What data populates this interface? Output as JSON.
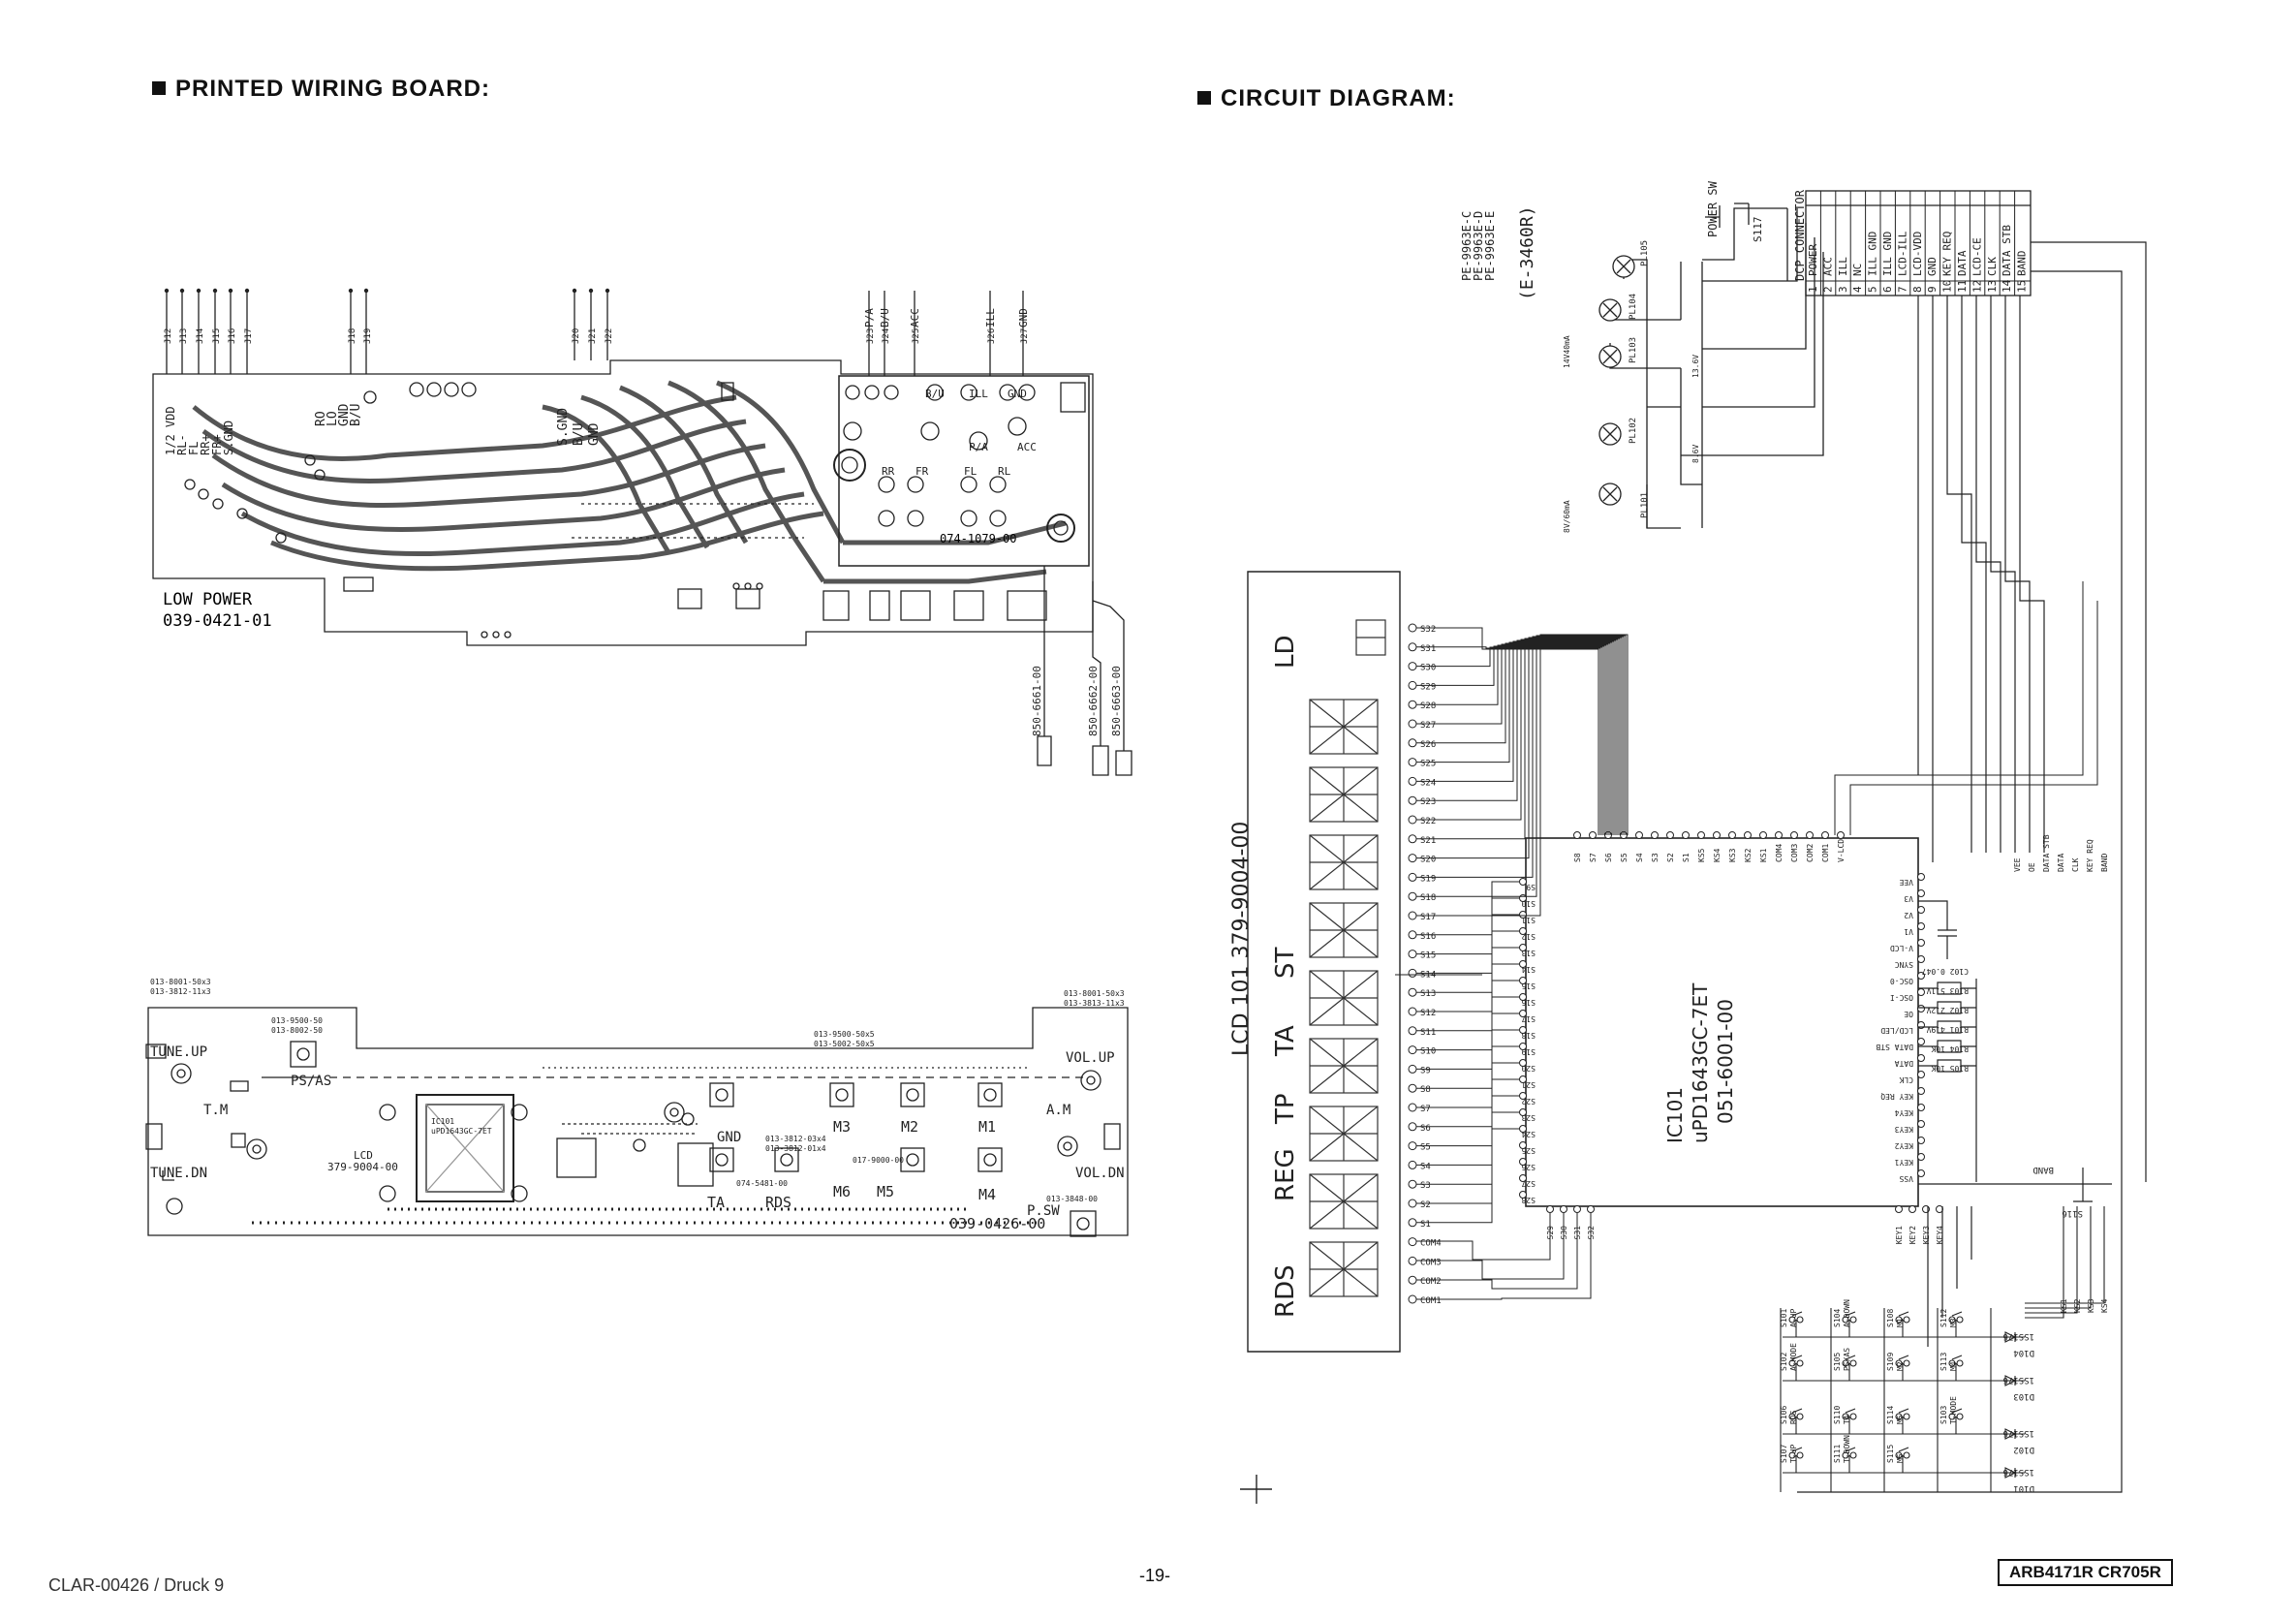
{
  "headings": {
    "pwb": "PRINTED WIRING BOARD:",
    "circuit": "CIRCUIT DIAGRAM:"
  },
  "pwb_top": {
    "board_label": "LOW POWER",
    "board_number": "039-0421-01",
    "sub_board": "074-1079-00",
    "jumpers": [
      "J12",
      "J13",
      "J14",
      "J15",
      "J16",
      "J17",
      "J18",
      "J19",
      "J20",
      "J21",
      "J22",
      "J23",
      "J24",
      "J25",
      "J26",
      "J27"
    ],
    "top_wire_labels": [
      "P/A",
      "B/U",
      "ACC",
      "ILL",
      "GND"
    ],
    "pads_left": [
      "1/2 VDD",
      "RL-",
      "FL",
      "RR+",
      "FR+",
      "S.GND"
    ],
    "pads_mid": [
      "RO",
      "LO",
      "GND",
      "B/U"
    ],
    "pads_mid2": [
      "S.GND",
      "B/U",
      "GND"
    ],
    "connector_labels": [
      "B/U",
      "ILL",
      "GND",
      "P/A",
      "ACC",
      "RR",
      "FR",
      "FL",
      "RL"
    ],
    "cables": [
      "850-6661-00",
      "850-6662-00",
      "850-6663-00"
    ]
  },
  "pwb_bottom": {
    "part_top_left": [
      "013-8001-50x3",
      "013-3812-11x3"
    ],
    "part_mid": [
      "013-9500-50",
      "013-8002-50"
    ],
    "part_right_mid": [
      "013-9500-50x5",
      "013-5002-50x5"
    ],
    "part_top_right": [
      "013-8001-50x3",
      "013-3813-11x3"
    ],
    "part_mid2": [
      "013-3812-03x4",
      "013-3812-01x4"
    ],
    "part_misc": [
      "017-9000-00",
      "013-3848-00"
    ],
    "labels": [
      "TUNE.UP",
      "PS/AS",
      "T.M",
      "TUNE.DN",
      "GND",
      "M3",
      "M2",
      "M1",
      "VOL.UP",
      "A.M",
      "M6",
      "M5",
      "M4",
      "VOL.DN",
      "TA",
      "RDS",
      "P.SW"
    ],
    "lcd": [
      "LCD",
      "379-9004-00"
    ],
    "ic": [
      "IC101",
      "uPD1643GC-7ET"
    ],
    "board_number": "039-0426-00",
    "switch_numbers": [
      "S101",
      "S102",
      "S103",
      "S104",
      "S105",
      "S106",
      "S107",
      "S108",
      "S109",
      "S110",
      "S111",
      "S112",
      "S113",
      "S114",
      "S115",
      "S116",
      "S117"
    ],
    "sub_number": "074-5481-00"
  },
  "circuit": {
    "model_codes": [
      "PE-9963E-C",
      "PE-9963E-D",
      "PE-9963E-E"
    ],
    "model_sub": "(E-3460R)",
    "power_sw": "POWER SW",
    "s117": "S117",
    "dcp_title": "DCP CONNECTOR",
    "dcp_pins": [
      {
        "n": "1",
        "name": "POWER"
      },
      {
        "n": "2",
        "name": "ACC"
      },
      {
        "n": "3",
        "name": "ILL"
      },
      {
        "n": "4",
        "name": "NC"
      },
      {
        "n": "5",
        "name": "ILL GND"
      },
      {
        "n": "6",
        "name": "ILL GND"
      },
      {
        "n": "7",
        "name": "LCD-ILL"
      },
      {
        "n": "8",
        "name": "LCD-VDD"
      },
      {
        "n": "9",
        "name": "GND"
      },
      {
        "n": "10",
        "name": "KEY REQ"
      },
      {
        "n": "11",
        "name": "DATA"
      },
      {
        "n": "12",
        "name": "LCD-CE"
      },
      {
        "n": "13",
        "name": "CLK"
      },
      {
        "n": "14",
        "name": "DATA STB"
      },
      {
        "n": "15",
        "name": "BAND"
      }
    ],
    "lamps": [
      "PL101",
      "PL102",
      "PL103",
      "PL104",
      "PL105"
    ],
    "lamp_ratings": [
      "14V40mA",
      "8V/60mA"
    ],
    "voltages": [
      "13.6V",
      "8.6V"
    ],
    "lcd_label": "LCD 101  379-9004-00",
    "lcd_indicators": [
      "RDS",
      "REG",
      "TP",
      "TA",
      "ST",
      "LD"
    ],
    "lcd_pins": [
      "S32",
      "S31",
      "S30",
      "S29",
      "S28",
      "S27",
      "S26",
      "S25",
      "S24",
      "S23",
      "S22",
      "S21",
      "S20",
      "S19",
      "S18",
      "S17",
      "S16",
      "S15",
      "S14",
      "S13",
      "S12",
      "S11",
      "S10",
      "S9",
      "S8",
      "S7",
      "S6",
      "S5",
      "S4",
      "S3",
      "S2",
      "S1",
      "COM4",
      "COM3",
      "COM2",
      "COM1"
    ],
    "ic_name": "IC101",
    "ic_part": "uPD1643GC-7ET",
    "ic_code": "051-6001-00",
    "ic_top_pins": [
      "S8",
      "S7",
      "S6",
      "S5",
      "S4",
      "S3",
      "S2",
      "S1",
      "KS5",
      "KS4",
      "KS3",
      "KS2",
      "KS1",
      "COM4",
      "COM3",
      "COM2",
      "COM1",
      "V-LCD"
    ],
    "ic_left_pins": [
      "S9",
      "S10",
      "S11",
      "S12",
      "S13",
      "S14",
      "S15",
      "S16",
      "S17",
      "S18",
      "S19",
      "S20",
      "S21",
      "S22",
      "S23",
      "S24",
      "S25",
      "S26",
      "S27",
      "S28"
    ],
    "ic_right_pins": [
      "VEE",
      "V3",
      "V2",
      "V1",
      "V-LCD",
      "SYNC",
      "OSC-0",
      "OSC-I",
      "OE",
      "LCD/LED",
      "DATA STB",
      "DATA",
      "CLK",
      "KEY REQ",
      "KEY4",
      "KEY3",
      "KEY2",
      "KEY1",
      "VSS"
    ],
    "ic_bottom_pins": [
      "S29",
      "S30",
      "S31",
      "S32",
      "KEY1",
      "KEY2",
      "KEY3",
      "KEY4"
    ],
    "passives": [
      "C102 0.047",
      "R103 5.1V",
      "R102 2.2V",
      "R101 4.9V",
      "R104 10K",
      "R105 10K"
    ],
    "right_bus": [
      "VEE",
      "OE",
      "DATA STB",
      "DATA",
      "CLK",
      "KEY REQ",
      "BAND"
    ],
    "s116": "S116",
    "band": "BAND",
    "key_lines": [
      "KS1",
      "KS2",
      "KS3",
      "KS4"
    ],
    "diodes": [
      "D104",
      "D103",
      "D102",
      "D101"
    ],
    "diode_part": "1SS176",
    "switches": [
      {
        "id": "S101",
        "fn": "A-UP"
      },
      {
        "id": "S104",
        "fn": "A-DOWN"
      },
      {
        "id": "S108",
        "fn": "M1"
      },
      {
        "id": "S112",
        "fn": "M3"
      },
      {
        "id": "S102",
        "fn": "A-MODE"
      },
      {
        "id": "S105",
        "fn": "PS/AS"
      },
      {
        "id": "S109",
        "fn": "M2"
      },
      {
        "id": "S113",
        "fn": "M4"
      },
      {
        "id": "S106",
        "fn": "RDS"
      },
      {
        "id": "S110",
        "fn": "TA"
      },
      {
        "id": "S114",
        "fn": "M5"
      },
      {
        "id": "S103",
        "fn": "T-MODE"
      },
      {
        "id": "S107",
        "fn": "T-UP"
      },
      {
        "id": "S111",
        "fn": "T-DOWN"
      },
      {
        "id": "S115",
        "fn": "M6"
      }
    ]
  },
  "footer": {
    "left": "CLAR-00426 / Druck 9",
    "page": "-19-",
    "right": "ARB4171R CR705R"
  }
}
